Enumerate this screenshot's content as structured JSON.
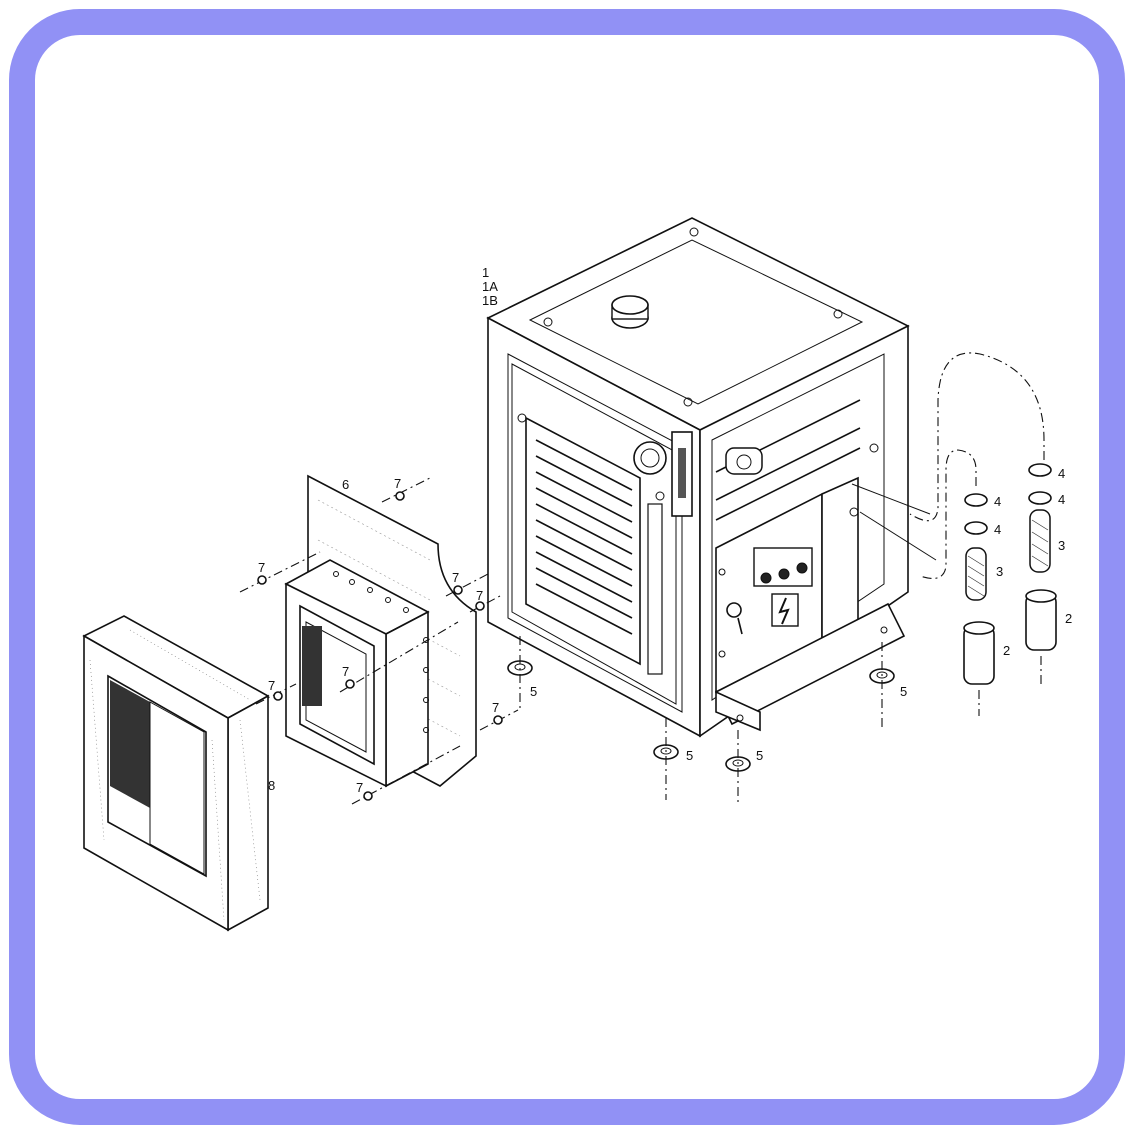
{
  "frame": {
    "border_color": "#9191f5",
    "background": "#ffffff"
  },
  "callouts": {
    "unit_1": "1",
    "unit_1a": "1A",
    "unit_1b": "1B",
    "filter_2a": "2",
    "filter_2b": "2",
    "element_3a": "3",
    "element_3b": "3",
    "ring_4a": "4",
    "ring_4b": "4",
    "ring_4c": "4",
    "ring_4d": "4",
    "foot_5a": "5",
    "foot_5b": "5",
    "foot_5c": "5",
    "foot_5d": "5",
    "plate_6": "6",
    "screw_7a": "7",
    "screw_7b": "7",
    "screw_7c": "7",
    "screw_7d": "7",
    "screw_7e": "7",
    "screw_7f": "7",
    "screw_7g": "7",
    "screw_7h": "7",
    "frame_8": "8"
  }
}
